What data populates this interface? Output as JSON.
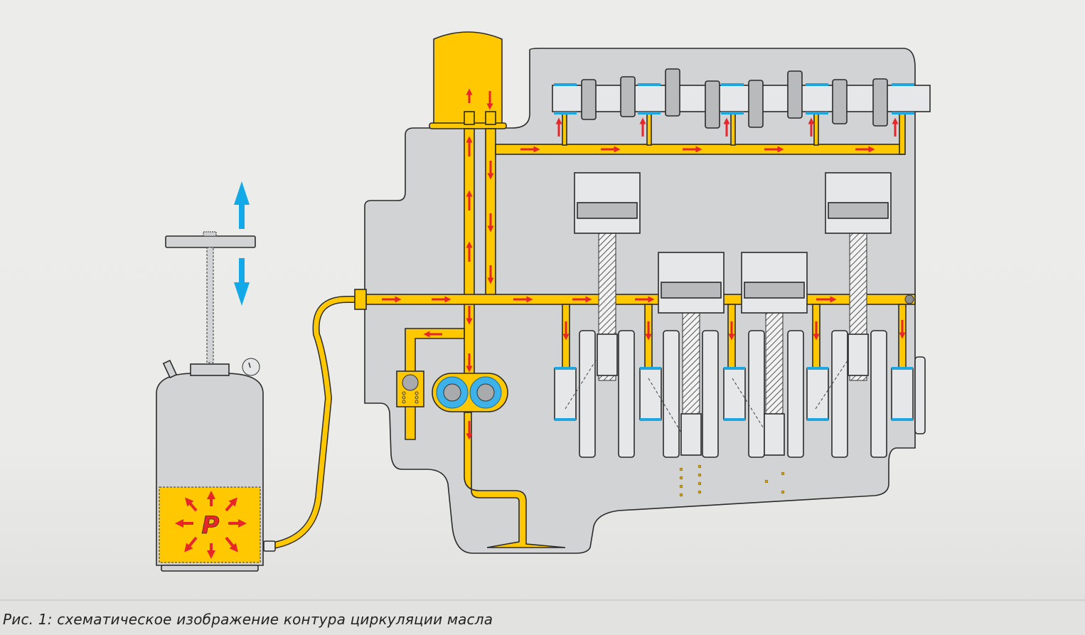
{
  "figure": {
    "caption": "Рис. 1: схематическое изображение контура циркуляции масла",
    "pressure_label": "P",
    "components": [
      {
        "name": "pressure-tank",
        "label": "P"
      },
      {
        "name": "hand-pump"
      },
      {
        "name": "oil-filter"
      },
      {
        "name": "oil-pump-gears"
      },
      {
        "name": "relief-valve"
      },
      {
        "name": "camshaft"
      },
      {
        "name": "crankshaft"
      },
      {
        "name": "pistons",
        "count": 4
      },
      {
        "name": "oil-pan"
      },
      {
        "name": "oil-pickup"
      }
    ],
    "colors": {
      "oil": "#ffc800",
      "flow_arrow": "#e8262a",
      "pump_arrow": "#12a9e8",
      "engine_block": "#d2d3d5",
      "bearing": "#1ea6e0",
      "gear": "#3db2ea"
    }
  }
}
